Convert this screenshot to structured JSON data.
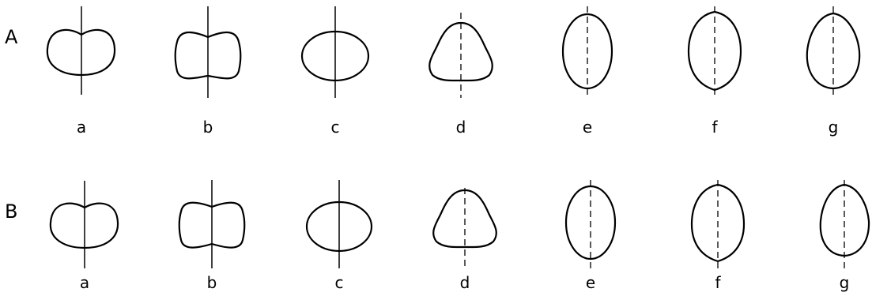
{
  "rows": [
    {
      "label": "A",
      "shapes": [
        {
          "label": "a",
          "shape": "kidney"
        },
        {
          "label": "b",
          "shape": "peanut"
        },
        {
          "label": "c",
          "shape": "oval"
        },
        {
          "label": "d",
          "shape": "rounded-triangle"
        },
        {
          "label": "e",
          "shape": "tall-ellipse"
        },
        {
          "label": "f",
          "shape": "pointed-ellipse"
        },
        {
          "label": "g",
          "shape": "egg"
        }
      ]
    },
    {
      "label": "B",
      "shapes": [
        {
          "label": "a",
          "shape": "kidney"
        },
        {
          "label": "b",
          "shape": "peanut"
        },
        {
          "label": "c",
          "shape": "oval"
        },
        {
          "label": "d",
          "shape": "rounded-triangle"
        },
        {
          "label": "e",
          "shape": "tall-ellipse"
        },
        {
          "label": "f",
          "shape": "pointed-ellipse"
        },
        {
          "label": "g",
          "shape": "egg"
        }
      ]
    }
  ]
}
